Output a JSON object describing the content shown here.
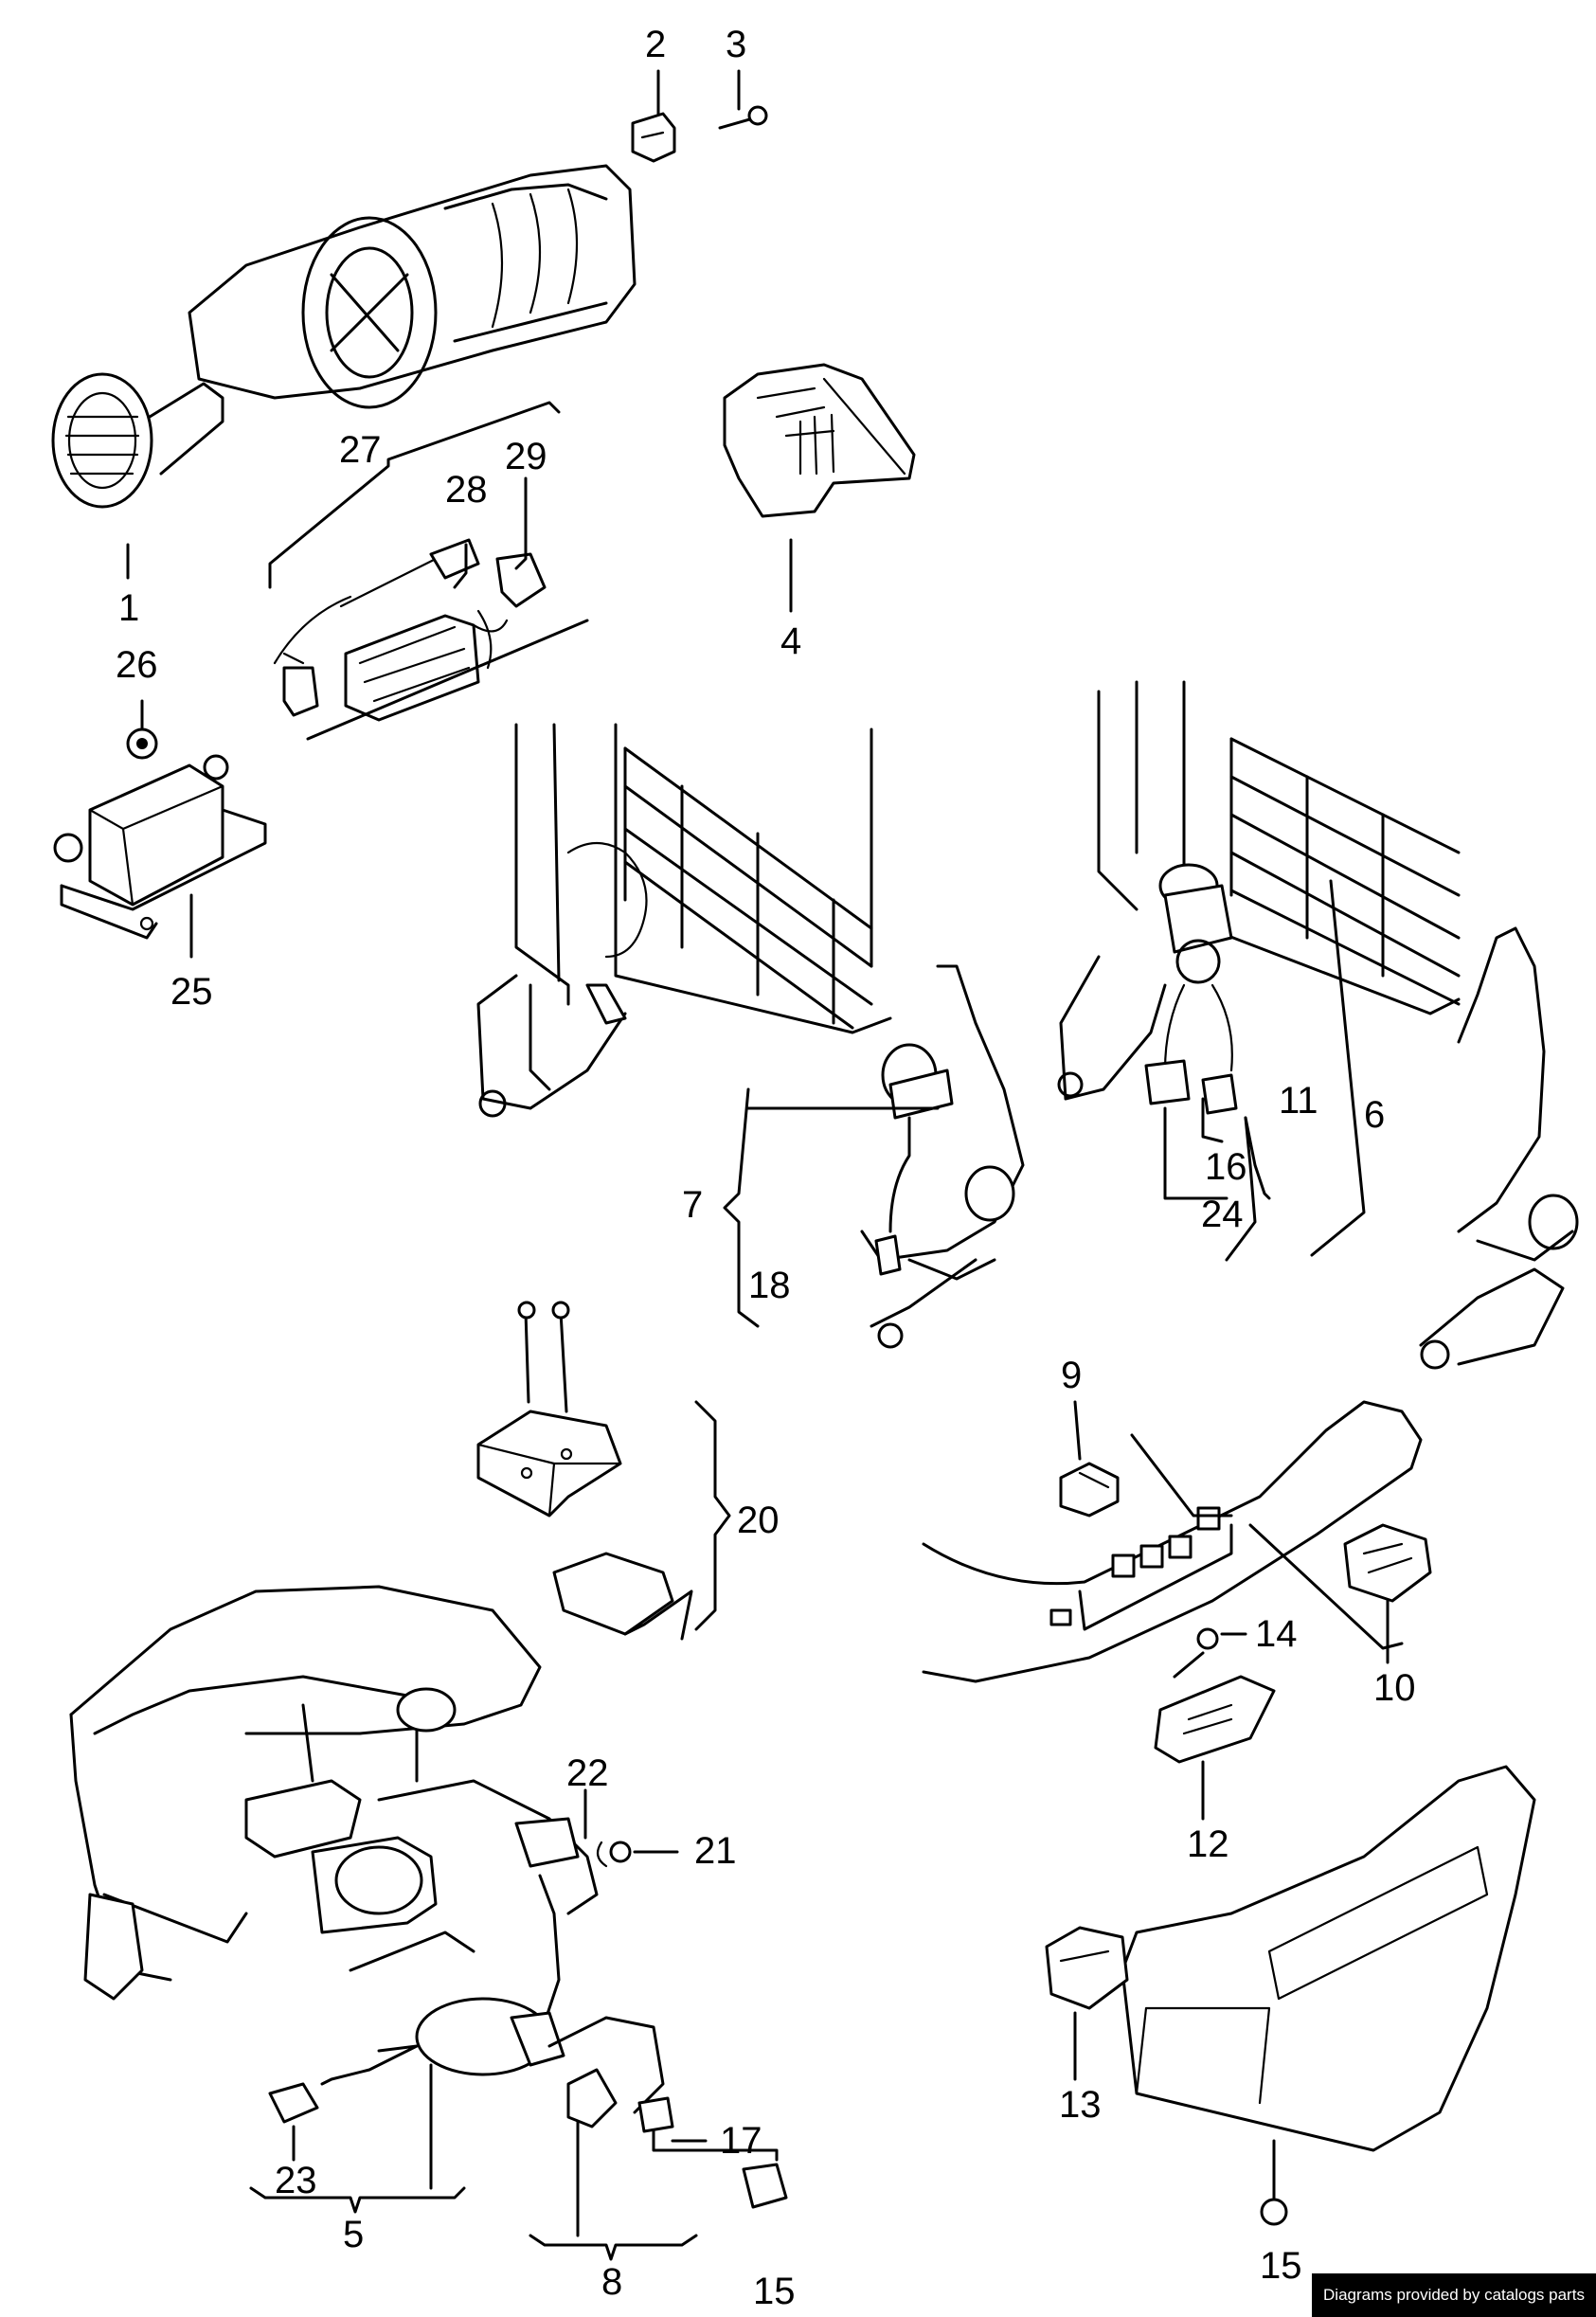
{
  "diagram": {
    "callouts": [
      {
        "id": "c2",
        "text": "2"
      },
      {
        "id": "c3",
        "text": "3"
      },
      {
        "id": "c27",
        "text": "27"
      },
      {
        "id": "c29",
        "text": "29"
      },
      {
        "id": "c28",
        "text": "28"
      },
      {
        "id": "c1",
        "text": "1"
      },
      {
        "id": "c4",
        "text": "4"
      },
      {
        "id": "c26",
        "text": "26"
      },
      {
        "id": "c25",
        "text": "25"
      },
      {
        "id": "c11",
        "text": "11"
      },
      {
        "id": "c6",
        "text": "6"
      },
      {
        "id": "c16",
        "text": "16"
      },
      {
        "id": "c24",
        "text": "24"
      },
      {
        "id": "c7",
        "text": "7"
      },
      {
        "id": "c18",
        "text": "18"
      },
      {
        "id": "c9",
        "text": "9"
      },
      {
        "id": "c20",
        "text": "20"
      },
      {
        "id": "c14",
        "text": "14"
      },
      {
        "id": "c10",
        "text": "10"
      },
      {
        "id": "c12",
        "text": "12"
      },
      {
        "id": "c22",
        "text": "22"
      },
      {
        "id": "c21",
        "text": "21"
      },
      {
        "id": "c13",
        "text": "13"
      },
      {
        "id": "c17",
        "text": "17"
      },
      {
        "id": "c23",
        "text": "23"
      },
      {
        "id": "c5",
        "text": "5"
      },
      {
        "id": "c8",
        "text": "8"
      },
      {
        "id": "c15a",
        "text": "15"
      },
      {
        "id": "c15b",
        "text": "15"
      }
    ]
  },
  "footer": {
    "credit": "Diagrams provided by catalogs parts"
  }
}
